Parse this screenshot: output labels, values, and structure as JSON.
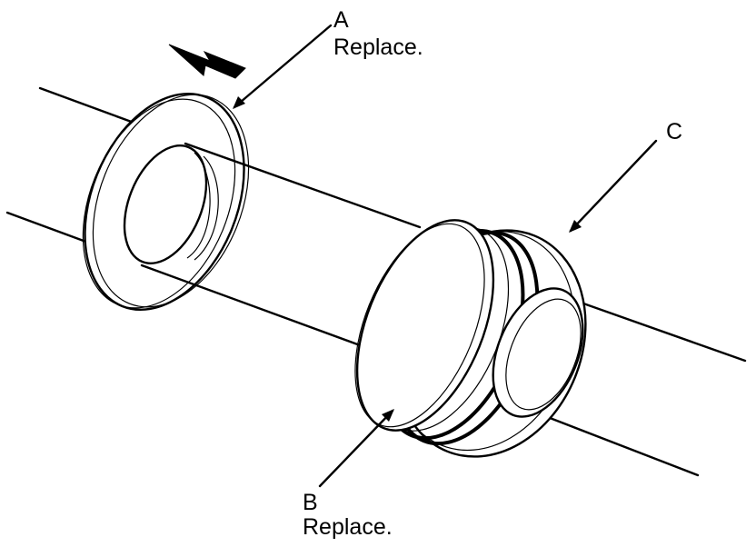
{
  "callouts": {
    "a": {
      "letter": "A",
      "note": "Replace."
    },
    "b": {
      "letter": "B",
      "note": "Replace."
    },
    "c": {
      "letter": "C"
    }
  },
  "colors": {
    "ink": "#000000",
    "paper": "#ffffff"
  },
  "icons": {
    "direction": "arrow-right-down-icon"
  }
}
